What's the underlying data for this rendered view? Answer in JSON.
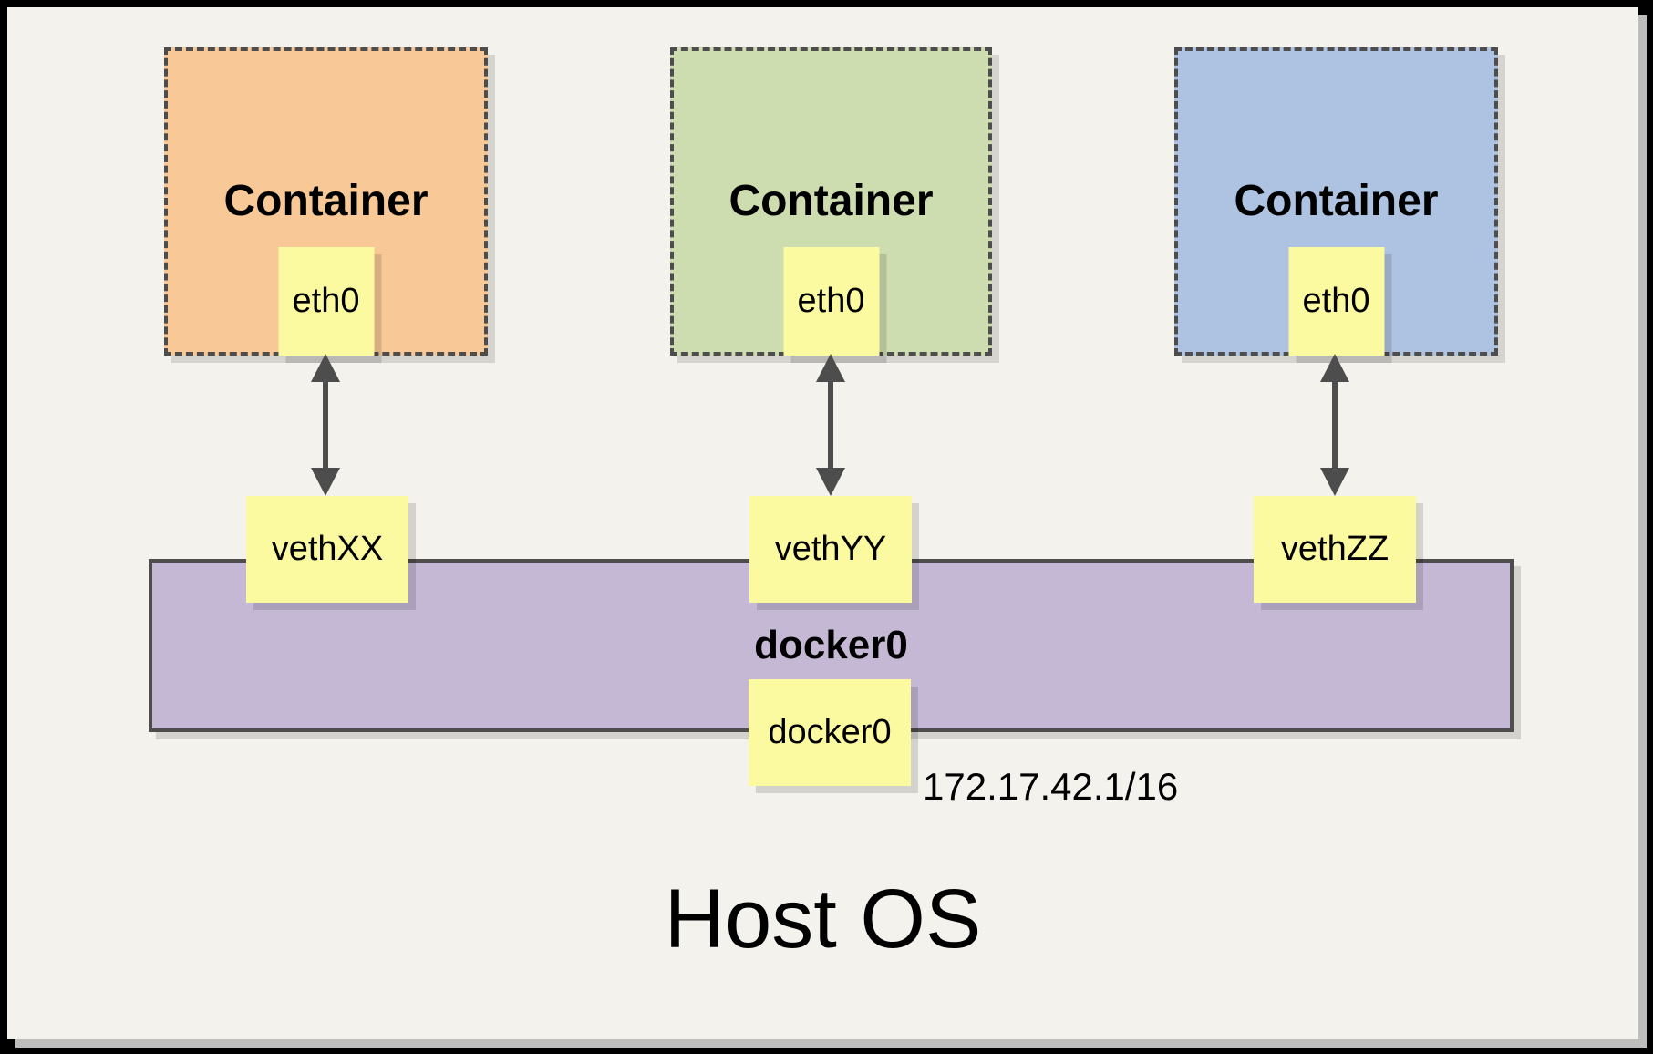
{
  "diagram": {
    "host_label": "Host OS",
    "bridge": {
      "label": "docker0",
      "interface_label": "docker0",
      "ip": "172.17.42.1/16",
      "fill_color": "#C5B8D5"
    },
    "containers": [
      {
        "label": "Container",
        "interface_label": "eth0",
        "veth_label": "vethXX",
        "fill_color": "#F8C996"
      },
      {
        "label": "Container",
        "interface_label": "eth0",
        "veth_label": "vethYY",
        "fill_color": "#CEDDB0"
      },
      {
        "label": "Container",
        "interface_label": "eth0",
        "veth_label": "vethZZ",
        "fill_color": "#AEC3E1"
      }
    ],
    "colors": {
      "panel_background": "#F4F2EC",
      "note_fill": "#FCFAA0",
      "stroke": "#4D4D4D",
      "outer_frame": "#000000",
      "panel_shadow": "#BDBDBD"
    }
  }
}
